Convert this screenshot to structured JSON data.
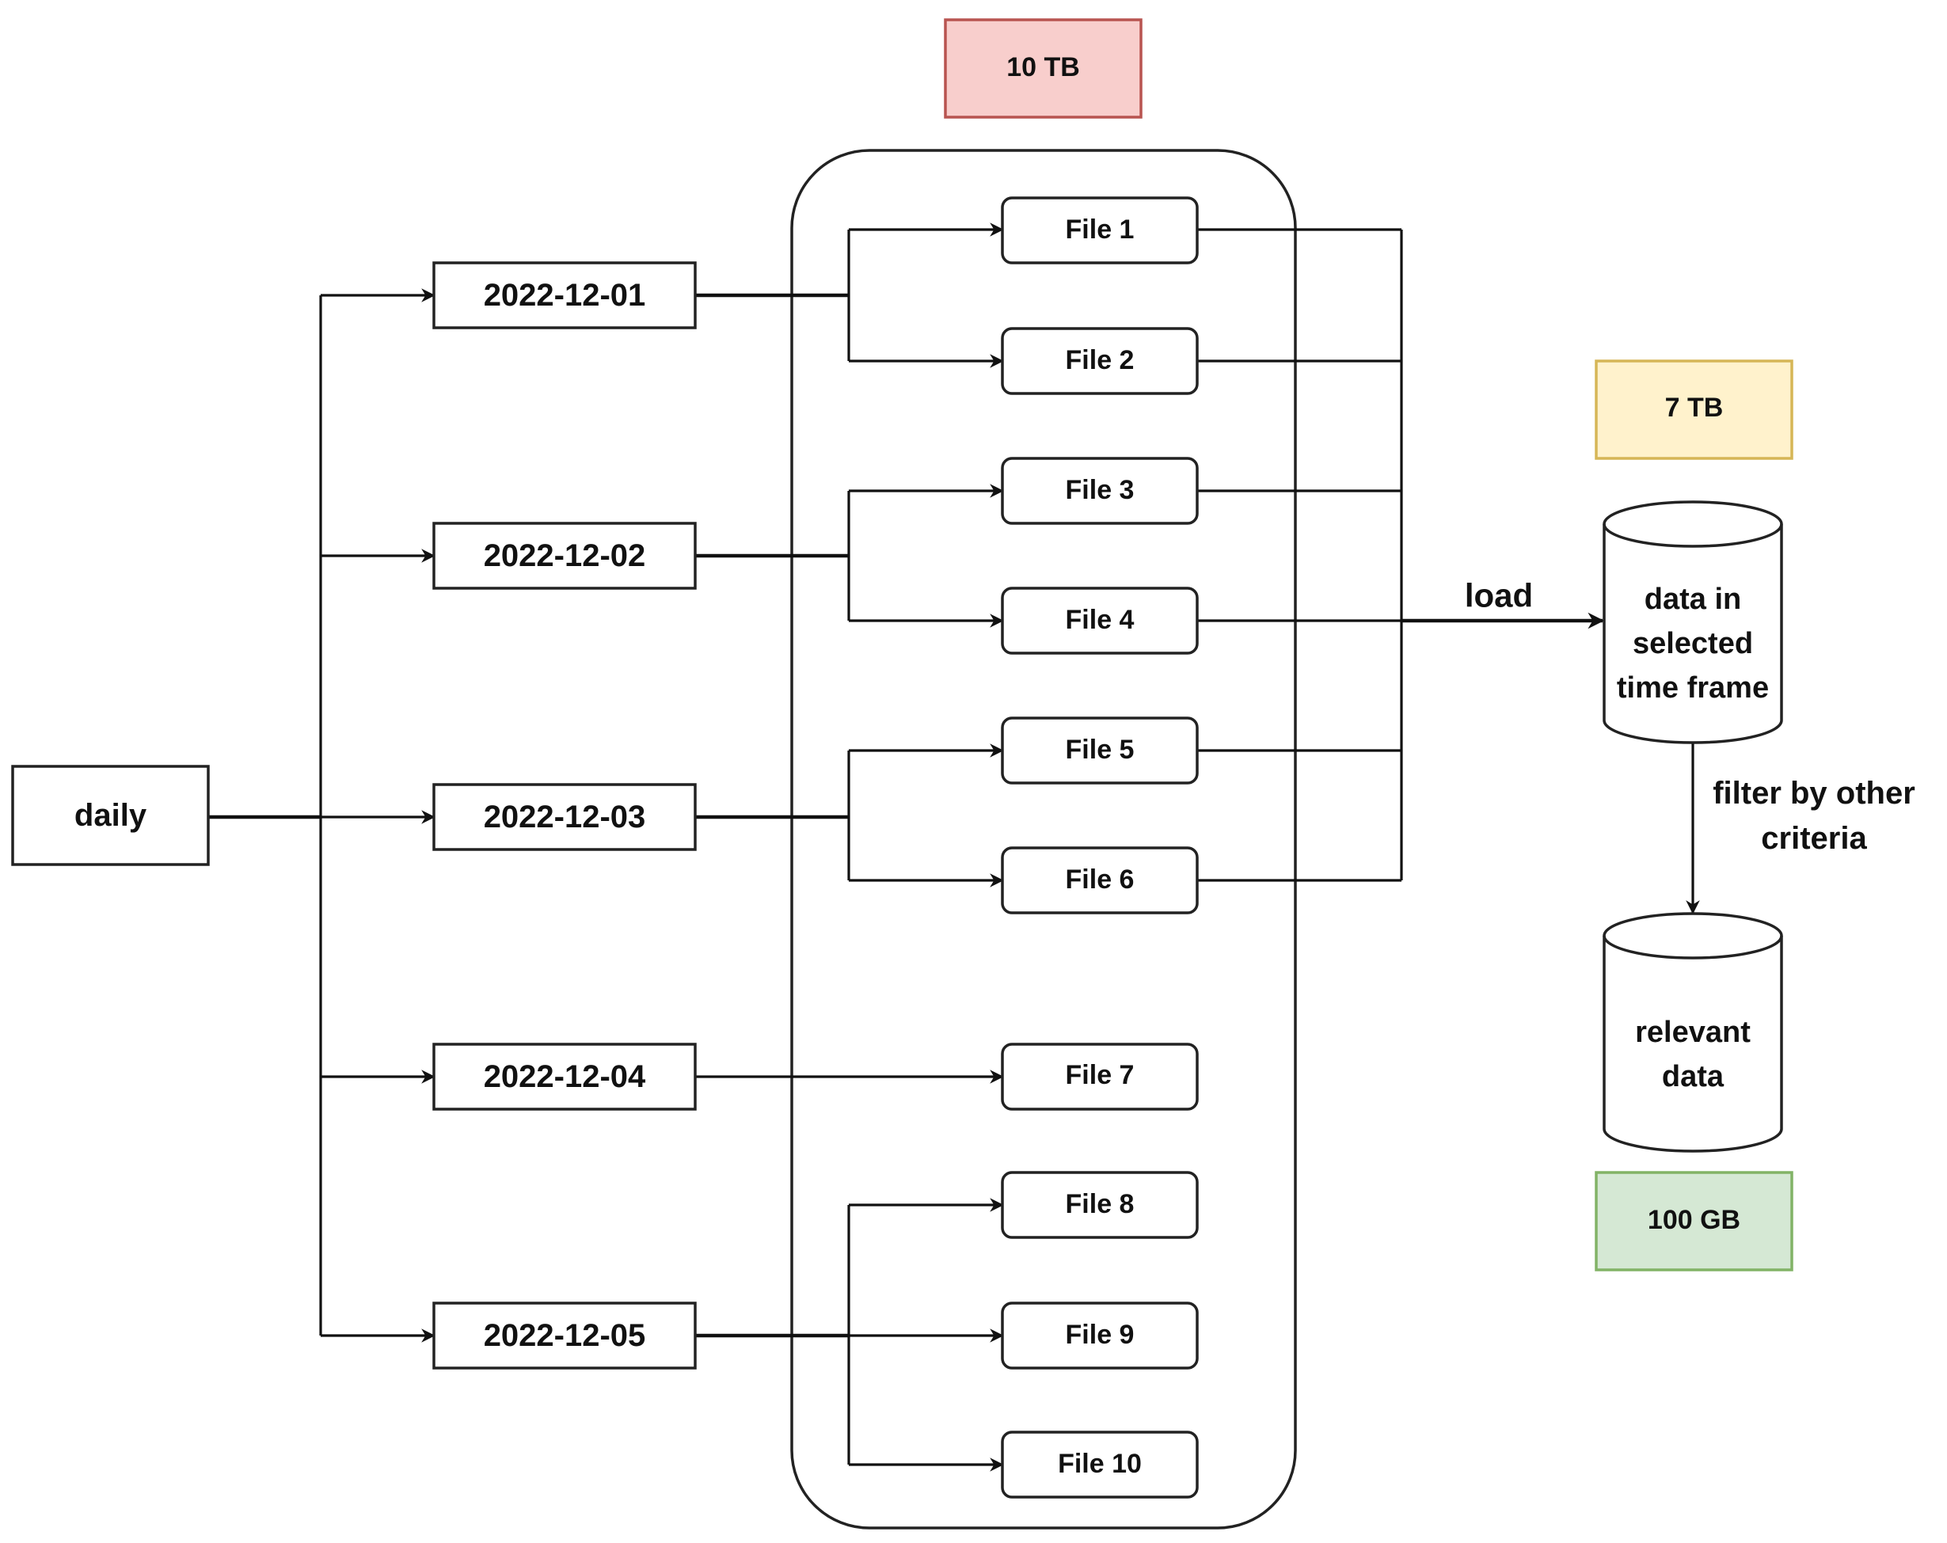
{
  "root": {
    "label": "daily"
  },
  "dates": [
    {
      "label": "2022-12-01"
    },
    {
      "label": "2022-12-02"
    },
    {
      "label": "2022-12-03"
    },
    {
      "label": "2022-12-04"
    },
    {
      "label": "2022-12-05"
    }
  ],
  "files": [
    {
      "label": "File 1"
    },
    {
      "label": "File 2"
    },
    {
      "label": "File 3"
    },
    {
      "label": "File 4"
    },
    {
      "label": "File 5"
    },
    {
      "label": "File 6"
    },
    {
      "label": "File 7"
    },
    {
      "label": "File 8"
    },
    {
      "label": "File 9"
    },
    {
      "label": "File 10"
    }
  ],
  "sizes": {
    "total": {
      "label": "10 TB",
      "fill": "#f8cecc",
      "stroke": "#b85450"
    },
    "selected": {
      "label": "7 TB",
      "fill": "#fff2cc",
      "stroke": "#d6b656"
    },
    "relevant": {
      "label": "100 GB",
      "fill": "#d5e8d4",
      "stroke": "#82b366"
    }
  },
  "databases": {
    "selected": {
      "lines": [
        "data in",
        "selected",
        "time frame"
      ]
    },
    "relevant": {
      "lines": [
        "relevant",
        "data"
      ]
    }
  },
  "edges": {
    "load_label": "load",
    "filter_label_lines": [
      "filter by other",
      "criteria"
    ]
  }
}
